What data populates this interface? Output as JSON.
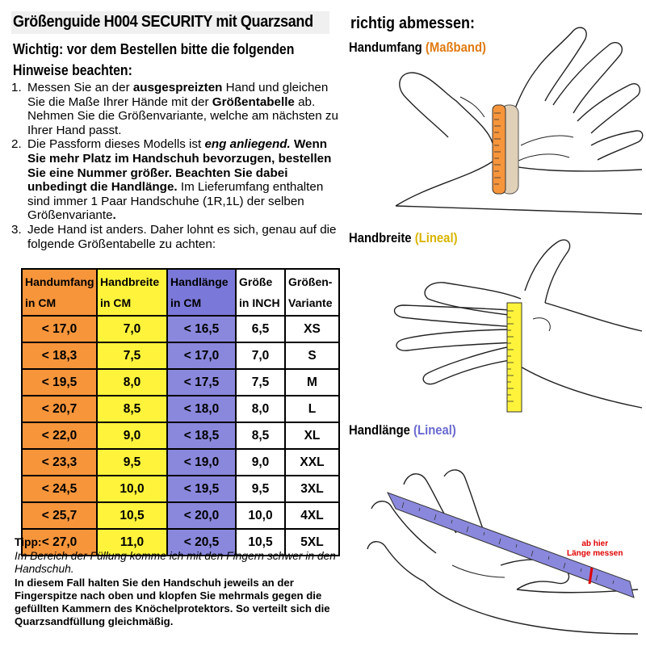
{
  "header": {
    "title": "Größenguide H004 SECURITY mit Quarzsand",
    "subtitle_line1": "Wichtig: vor dem Bestellen bitte die folgenden",
    "subtitle_line2": "Hinweise beachten:"
  },
  "instructions": [
    {
      "num": "1.",
      "parts": [
        {
          "t": "Messen Sie an der ",
          "s": ""
        },
        {
          "t": "ausgespreizten",
          "s": "b"
        },
        {
          "t": " Hand und gleichen Sie die Maße Ihrer Hände mit der ",
          "s": ""
        },
        {
          "t": "Größentabelle",
          "s": "b"
        },
        {
          "t": " ab. Nehmen Sie die Größenvariante, welche am nächsten zu Ihrer Hand passt.",
          "s": ""
        }
      ]
    },
    {
      "num": "2.",
      "parts": [
        {
          "t": "Die Passform dieses Modells ist ",
          "s": ""
        },
        {
          "t": "eng anliegend.",
          "s": "bi"
        },
        {
          "t": " Wenn Sie mehr Platz im Handschuh bevorzugen, bestellen Sie eine Nummer größer. Beachten Sie dabei unbedingt die Handlänge.",
          "s": "b"
        },
        {
          "t": " Im Lieferumfang enthalten sind immer 1 Paar Handschuhe (1R,1L) der selben Größenvariante",
          "s": ""
        },
        {
          "t": ".",
          "s": "b"
        }
      ]
    },
    {
      "num": "3.",
      "parts": [
        {
          "t": "Jede Hand ist anders. Daher lohnt es sich, genau auf die folgende Größentabelle zu achten:",
          "s": ""
        }
      ]
    }
  ],
  "size_table": {
    "headers": [
      {
        "line1": "Handumfang",
        "line2": "in CM"
      },
      {
        "line1": "Handbreite",
        "line2": "in CM"
      },
      {
        "line1": "Handlänge",
        "line2": "in CM"
      },
      {
        "line1": "Größe",
        "line2": "in INCH"
      },
      {
        "line1": "Größen-",
        "line2": "Variante"
      }
    ],
    "rows": [
      [
        "< 17,0",
        "7,0",
        "< 16,5",
        "6,5",
        "XS"
      ],
      [
        "< 18,3",
        "7,5",
        "< 17,0",
        "7,0",
        "S"
      ],
      [
        "< 19,5",
        "8,0",
        "< 17,5",
        "7,5",
        "M"
      ],
      [
        "< 20,7",
        "8,5",
        "< 18,0",
        "8,0",
        "L"
      ],
      [
        "< 22,0",
        "9,0",
        "< 18,5",
        "8,5",
        "XL"
      ],
      [
        "< 23,3",
        "9,5",
        "< 19,0",
        "9,0",
        "XXL"
      ],
      [
        "< 24,5",
        "10,0",
        "< 19,5",
        "9,5",
        "3XL"
      ],
      [
        "< 25,7",
        "10,5",
        "< 20,0",
        "10,0",
        "4XL"
      ],
      [
        "< 27,0",
        "11,0",
        "< 20,5",
        "10,5",
        "5XL"
      ]
    ]
  },
  "tip": {
    "heading": "Tipp:",
    "italic": "Im Bereich der Füllung komme ich mit den Fingern schwer in den Handschuh.",
    "bold": "In diesem Fall halten Sie den Handschuh jeweils an der Fingerspitze nach oben und klopfen Sie mehrmals gegen die gefüllten Kammern des Knöchelprotektors. So verteilt sich die Quarzsandfüllung gleichmäßig."
  },
  "measure": {
    "heading": "richtig abmessen:",
    "sections": [
      {
        "label": "Handumfang",
        "tool": "Maßband"
      },
      {
        "label": "Handbreite",
        "tool": "Lineal"
      },
      {
        "label": "Handlänge",
        "tool": "Lineal"
      }
    ],
    "length_note_line1": "ab hier",
    "length_note_line2": "Länge messen"
  },
  "colors": {
    "circumference": "#f7953b",
    "width": "#fff43b",
    "length": "#8a88dc",
    "note_red": "#e00000"
  }
}
